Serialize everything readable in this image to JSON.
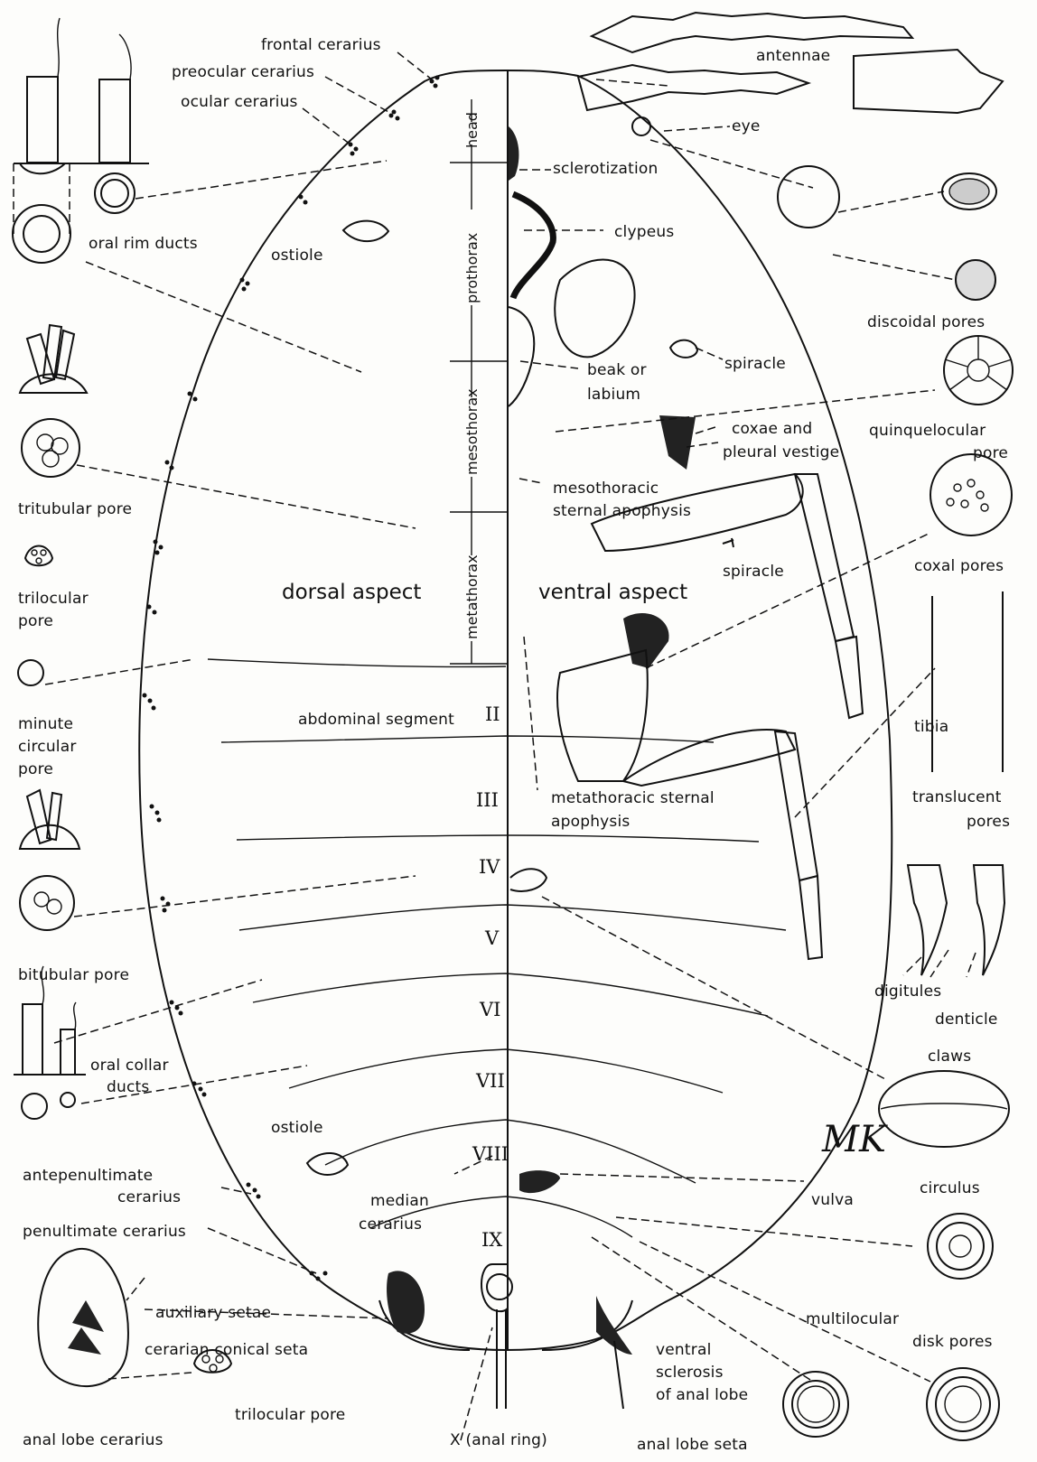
{
  "labels": {
    "frontal_cerarius": "frontal cerarius",
    "preocular_cerarius": "preocular cerarius",
    "ocular_cerarius": "ocular cerarius",
    "antennae": "antennae",
    "eye": "eye",
    "sclerotization": "sclerotization",
    "clypeus": "clypeus",
    "oral_rim_ducts": "oral rim ducts",
    "ostiole_top": "ostiole",
    "discoidal_pores": "discoidal pores",
    "beak_or": "beak or",
    "labium": "labium",
    "spiracle_top": "spiracle",
    "quinquelocular": "quinquelocular",
    "quinque_pore": "pore",
    "coxae_and": "coxae and",
    "pleural_vestige": "pleural vestige",
    "mesothoracic": "mesothoracic",
    "sternal_apophysis": "sternal apophysis",
    "tritubular_pore": "tritubular pore",
    "spiracle_mid": "spiracle",
    "coxal_pores": "coxal pores",
    "trilocular": "trilocular",
    "trilocular_pore_word": "pore",
    "dorsal_aspect": "dorsal aspect",
    "ventral_aspect": "ventral aspect",
    "minute": "minute",
    "circular": "circular",
    "minute_pore": "pore",
    "abdominal_segment": "abdominal segment",
    "tibia": "tibia",
    "metathoracic_sternal": "metathoracic sternal",
    "apophysis": "apophysis",
    "translucent": "translucent",
    "translucent_pores": "pores",
    "bitubular_pore": "bitubular pore",
    "digitules": "digitules",
    "denticle": "denticle",
    "claws": "claws",
    "oral_collar": "oral collar",
    "ducts": "ducts",
    "ostiole_bottom": "ostiole",
    "antepenultimate": "antepenultimate",
    "cerarius_ante": "cerarius",
    "median": "median",
    "cerarius_median": "cerarius",
    "circulus": "circulus",
    "vulva": "vulva",
    "penultimate_cerarius": "penultimate cerarius",
    "auxiliary_setae": "auxiliary setae",
    "multilocular": "multilocular",
    "disk_pores": "disk pores",
    "cerarian_conical_seta": "cerarian conical seta",
    "ventral": "ventral",
    "sclerosis": "sclerosis",
    "of_anal_lobe": "of anal lobe",
    "trilocular_pore_bottom": "trilocular pore",
    "anal_lobe_cerarius": "anal lobe cerarius",
    "anal_ring": "X  (anal ring)",
    "anal_lobe_seta": "anal lobe seta",
    "signature": "MK"
  },
  "axis_labels": {
    "head": "head",
    "prothorax": "prothorax",
    "mesothorax": "mesothorax",
    "metathorax": "metathorax"
  },
  "segments": [
    "II",
    "III",
    "IV",
    "V",
    "VI",
    "VII",
    "VIII",
    "IX"
  ]
}
